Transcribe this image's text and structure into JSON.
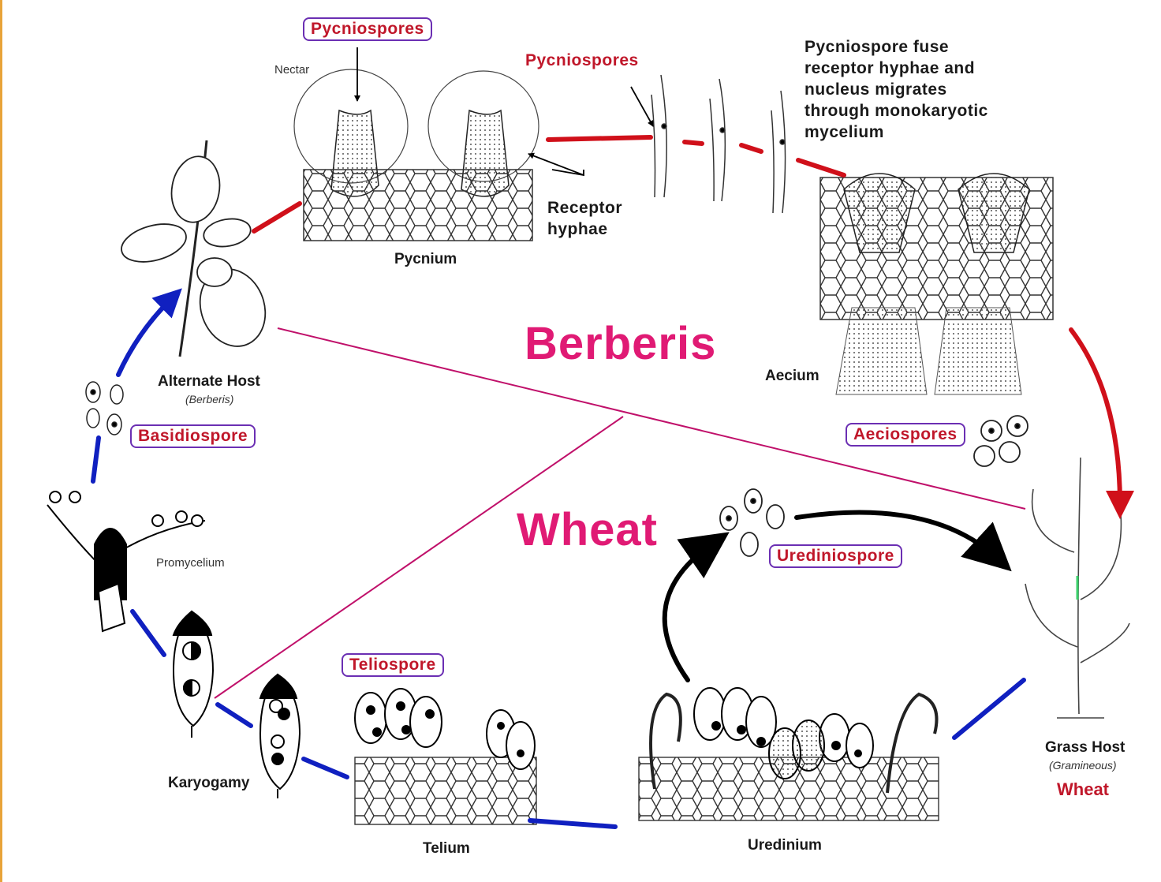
{
  "diagram": {
    "host_regions": {
      "upper": "Berberis",
      "lower": "Wheat"
    },
    "spore_labels": {
      "pycniospores_top": "Pycniospores",
      "pycniospores_right": "Pycniospores",
      "basidiospore": "Basidiospore",
      "aeciospores": "Aeciospores",
      "urediniospore": "Urediniospore",
      "teliospore": "Teliospore"
    },
    "structure_labels": {
      "nectar": "Nectar",
      "pycnium": "Pycnium",
      "receptor_line1": "Receptor",
      "receptor_line2": "hyphae",
      "aecium": "Aecium",
      "alternate_host": "Alternate Host",
      "alternate_host_sub": "(Berberis)",
      "promycelium": "Promycelium",
      "karyogamy": "Karyogamy",
      "telium": "Telium",
      "uredinium": "Uredinium",
      "grass_host": "Grass Host",
      "grass_host_sub": "(Gramineous)",
      "grass_host_crop": "Wheat"
    },
    "fusion_note": [
      "Pycniospore fuse",
      "receptor hyphae and",
      "nucleus migrates",
      "through monokaryotic",
      "mycelium"
    ],
    "colors": {
      "berberis_stage_arrows": "#d0101a",
      "basidio_stage_arrows": "#1020c0",
      "uredinial_cycle_arrows": "#000000",
      "host_divider_lines": "#c0106a",
      "region_text": "#e01a74",
      "spore_label_text": "#c0172a",
      "label_box_border": "#6b2fb3"
    }
  }
}
